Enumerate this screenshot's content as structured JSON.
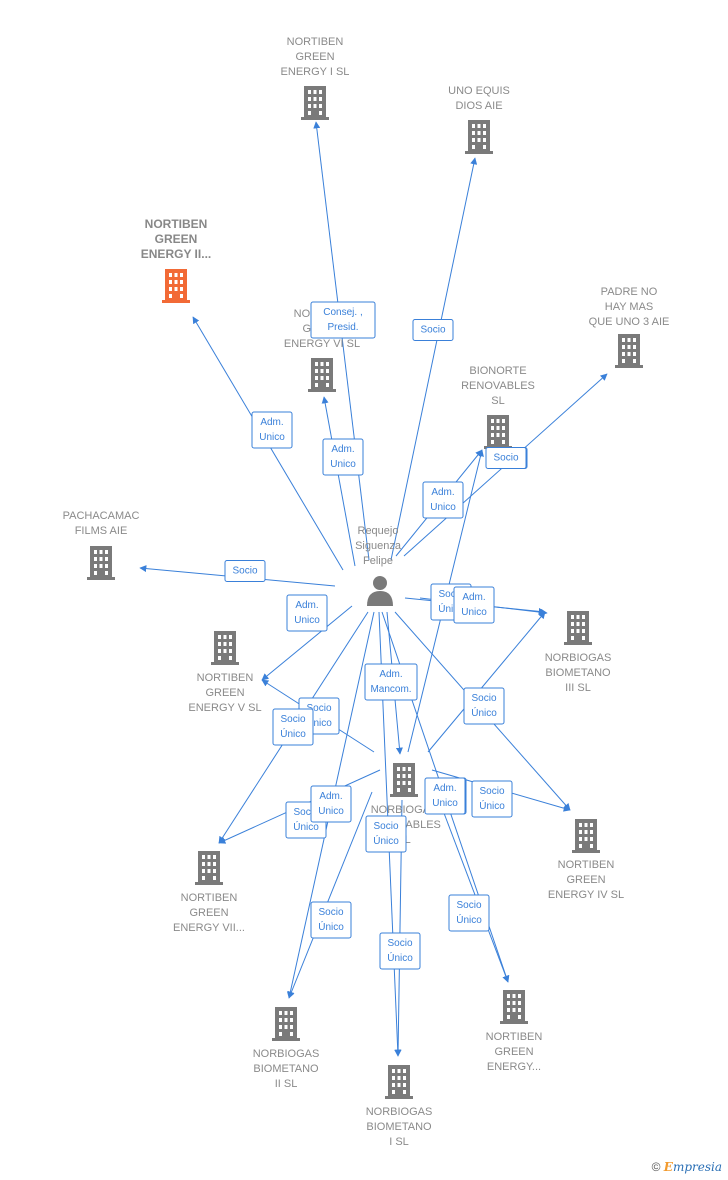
{
  "person": {
    "lines": [
      "Requejo",
      "Siguenza",
      "Felipe"
    ]
  },
  "companies": [
    {
      "id": "n1",
      "lines": [
        "NORTIBEN",
        "GREEN",
        "ENERGY I  SL"
      ]
    },
    {
      "id": "n2",
      "lines": [
        "UNO EQUIS",
        "DIOS AIE"
      ]
    },
    {
      "id": "n3",
      "lines": [
        "NORTIBEN",
        "GREEN",
        "ENERGY II..."
      ],
      "highlight": true
    },
    {
      "id": "n4",
      "lines": [
        "PADRE NO",
        "HAY MAS",
        "QUE UNO 3 AIE"
      ]
    },
    {
      "id": "n5",
      "lines": [
        "NORTIBEN",
        "GREEN",
        "ENERGY VI  SL"
      ]
    },
    {
      "id": "n6",
      "lines": [
        "BIONORTE",
        "RENOVABLES",
        "SL"
      ]
    },
    {
      "id": "n7",
      "lines": [
        "PACHACAMAC",
        "FILMS AIE"
      ]
    },
    {
      "id": "n8",
      "lines": [
        "NORBIOGAS",
        "BIOMETANO",
        "III  SL"
      ]
    },
    {
      "id": "n9",
      "lines": [
        "NORTIBEN",
        "GREEN",
        "ENERGY V  SL"
      ]
    },
    {
      "id": "n10",
      "lines": [
        "NORBIOGAS",
        "RENOVABLES",
        "SL"
      ]
    },
    {
      "id": "n11",
      "lines": [
        "NORTIBEN",
        "GREEN",
        "ENERGY IV  SL"
      ]
    },
    {
      "id": "n12",
      "lines": [
        "NORTIBEN",
        "GREEN",
        "ENERGY VII..."
      ]
    },
    {
      "id": "n13",
      "lines": [
        "NORTIBEN",
        "GREEN",
        "ENERGY..."
      ]
    },
    {
      "id": "n14",
      "lines": [
        "NORBIOGAS",
        "BIOMETANO",
        "II  SL"
      ]
    },
    {
      "id": "n15",
      "lines": [
        "NORBIOGAS",
        "BIOMETANO",
        "I  SL"
      ]
    }
  ],
  "edges": [
    {
      "from": "person",
      "to": "n1",
      "label": [
        "Consej. ,",
        "Presid."
      ]
    },
    {
      "from": "person",
      "to": "n2",
      "label": [
        "Socio"
      ]
    },
    {
      "from": "person",
      "to": "n3",
      "label": [
        "Adm.",
        "Unico"
      ]
    },
    {
      "from": "person",
      "to": "n5",
      "label": [
        "Adm.",
        "Unico"
      ]
    },
    {
      "from": "person",
      "to": "n6",
      "label": [
        "Adm.",
        "Unico"
      ]
    },
    {
      "from": "person",
      "to": "n4",
      "label": [
        "Socio"
      ]
    },
    {
      "from": "person",
      "to": "n7",
      "label": [
        "Socio"
      ]
    },
    {
      "from": "person",
      "to": "n8",
      "label": [
        "Socio",
        "Único"
      ]
    },
    {
      "from": "person",
      "to": "n9",
      "label": [
        "Adm.",
        "Unico"
      ]
    },
    {
      "from": "person",
      "to": "n10",
      "label": [
        "Adm.",
        "Mancom."
      ]
    },
    {
      "from": "person",
      "to": "n11",
      "label": [
        "Adm.",
        "Unico"
      ]
    },
    {
      "from": "person",
      "to": "n12",
      "label": [
        "Socio",
        "Único"
      ]
    },
    {
      "from": "person",
      "to": "n13",
      "label": [
        "Socio",
        "Único"
      ]
    },
    {
      "from": "person",
      "to": "n14",
      "label": [
        "Adm.",
        "Unico"
      ]
    },
    {
      "from": "person",
      "to": "n15",
      "label": [
        "Socio",
        "Único"
      ]
    },
    {
      "from": "n10",
      "to": "n8",
      "label": [
        "Socio",
        "Único"
      ]
    },
    {
      "from": "n10",
      "to": "n9",
      "label": [
        "Socio",
        "Único"
      ]
    },
    {
      "from": "n10",
      "to": "n11",
      "label": [
        "Socio",
        "Único"
      ]
    },
    {
      "from": "n10",
      "to": "n12",
      "label": [
        "Socio",
        "Único"
      ]
    },
    {
      "from": "n10",
      "to": "n13",
      "label": [
        "Adm.",
        "Unico"
      ]
    },
    {
      "from": "n10",
      "to": "n14",
      "label": [
        "Socio",
        "Único"
      ]
    },
    {
      "from": "n10",
      "to": "n15",
      "label": [
        "Socio",
        "Único"
      ]
    },
    {
      "from": "n10",
      "to": "n6",
      "label": [
        "Socio"
      ]
    },
    {
      "from": "person",
      "to": "n8b",
      "label": [
        "Adm.",
        "Unico"
      ]
    }
  ],
  "colors": {
    "edge": "#3a80d9",
    "building": "#7a7a7a",
    "highlight": "#f26a36",
    "person": "#7a7a7a"
  },
  "footer": {
    "copyright": "©",
    "brand_initial": "E",
    "brand_rest": "mpresia"
  }
}
